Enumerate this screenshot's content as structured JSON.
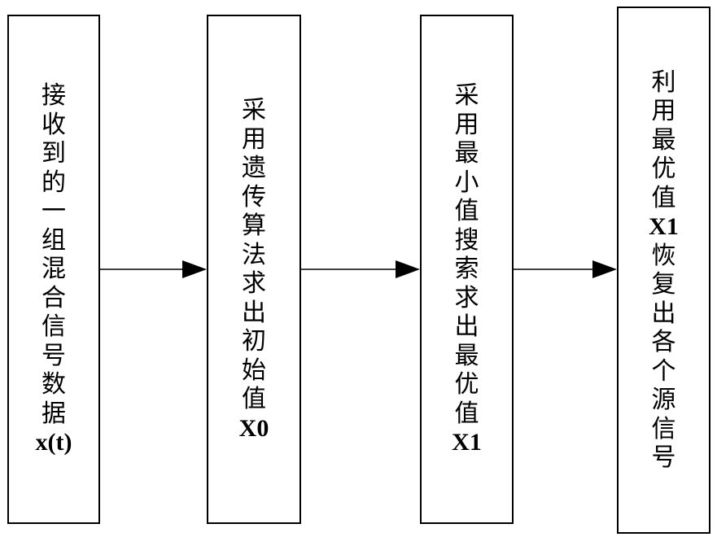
{
  "boxes": [
    {
      "id": "box-receive",
      "lines": [
        "接",
        "收",
        "到",
        "的",
        "一",
        "组",
        "混",
        "合",
        "信",
        "号",
        "数",
        "据",
        "x(t)"
      ]
    },
    {
      "id": "box-genetic",
      "lines": [
        "采",
        "用",
        "遗",
        "传",
        "算",
        "法",
        "求",
        "出",
        "初",
        "始",
        "值",
        "X0"
      ]
    },
    {
      "id": "box-min-search",
      "lines": [
        "采",
        "用",
        "最",
        "小",
        "值",
        "搜",
        "索",
        "求",
        "出",
        "最",
        "优",
        "值",
        "X1"
      ]
    },
    {
      "id": "box-recover",
      "lines": [
        "利",
        "用",
        "最",
        "优",
        "值",
        "X1",
        "恢",
        "复",
        "出",
        "各",
        "个",
        "源",
        "信",
        "号"
      ]
    }
  ]
}
